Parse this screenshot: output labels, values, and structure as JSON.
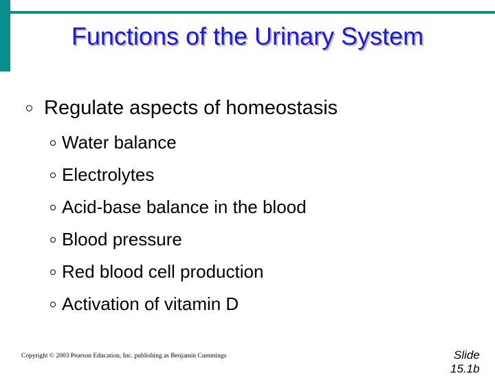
{
  "slide": {
    "title": "Functions of the Urinary System",
    "main_bullet": "Regulate aspects of homeostasis",
    "sub_bullets": [
      "Water balance",
      "Electrolytes",
      "Acid-base balance in the blood",
      "Blood pressure",
      "Red blood cell production",
      "Activation of vitamin D"
    ],
    "copyright": "Copyright © 2003 Pearson Education, Inc. publishing as Benjamin Cummings",
    "slide_label": "Slide",
    "slide_number": "15.1b"
  },
  "colors": {
    "accent_teal": "#0a8f8f",
    "title_blue": "#1a1ad6"
  }
}
